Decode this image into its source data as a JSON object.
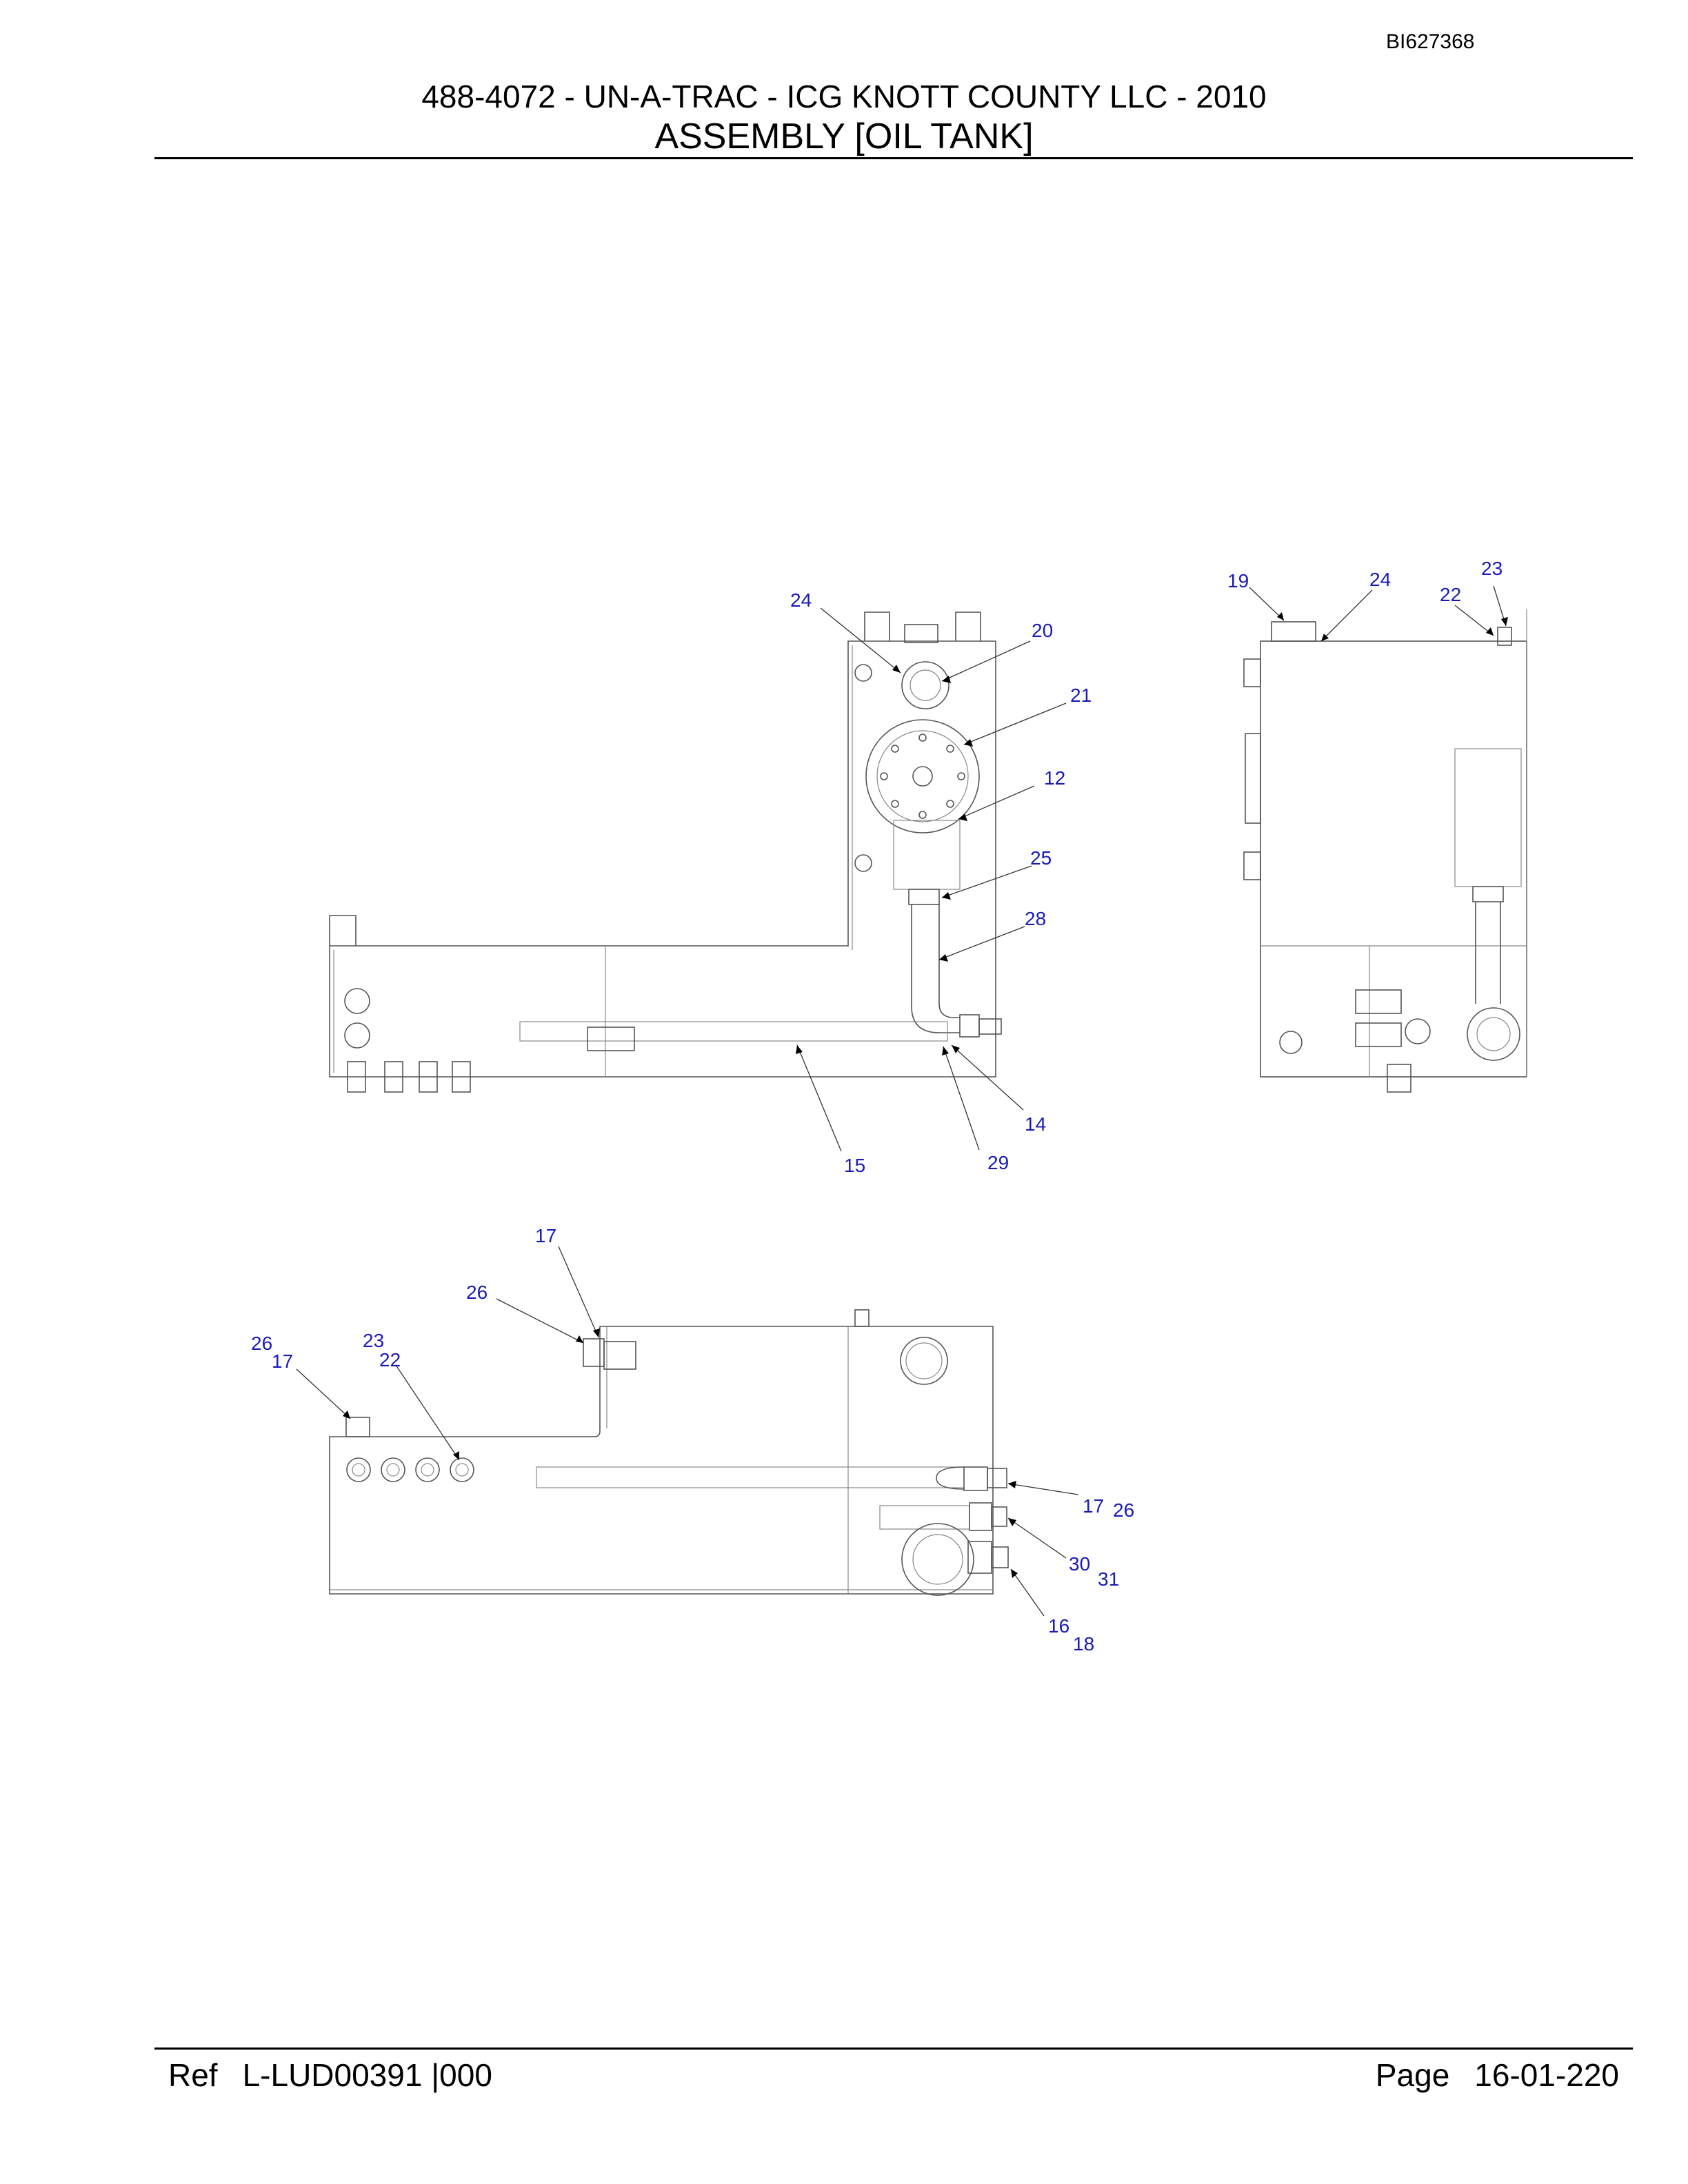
{
  "header": {
    "doc_id": "BI627368",
    "title_line1": "488-4072 - UN-A-TRAC - ICG KNOTT COUNTY LLC - 2010",
    "title_line2": "ASSEMBLY [OIL TANK]"
  },
  "footer": {
    "ref_label": "Ref",
    "ref_value": "L-LUD00391 |000",
    "page_label": "Page",
    "page_value": "16-01-220"
  },
  "callouts": {
    "front_view": [
      "24",
      "20",
      "21",
      "12",
      "25",
      "28",
      "14",
      "29",
      "15"
    ],
    "side_view": [
      "19",
      "24",
      "23",
      "22"
    ],
    "top_view": [
      "17",
      "26",
      "26",
      "17",
      "23",
      "22",
      "17",
      "26",
      "30",
      "31",
      "16",
      "18"
    ]
  }
}
